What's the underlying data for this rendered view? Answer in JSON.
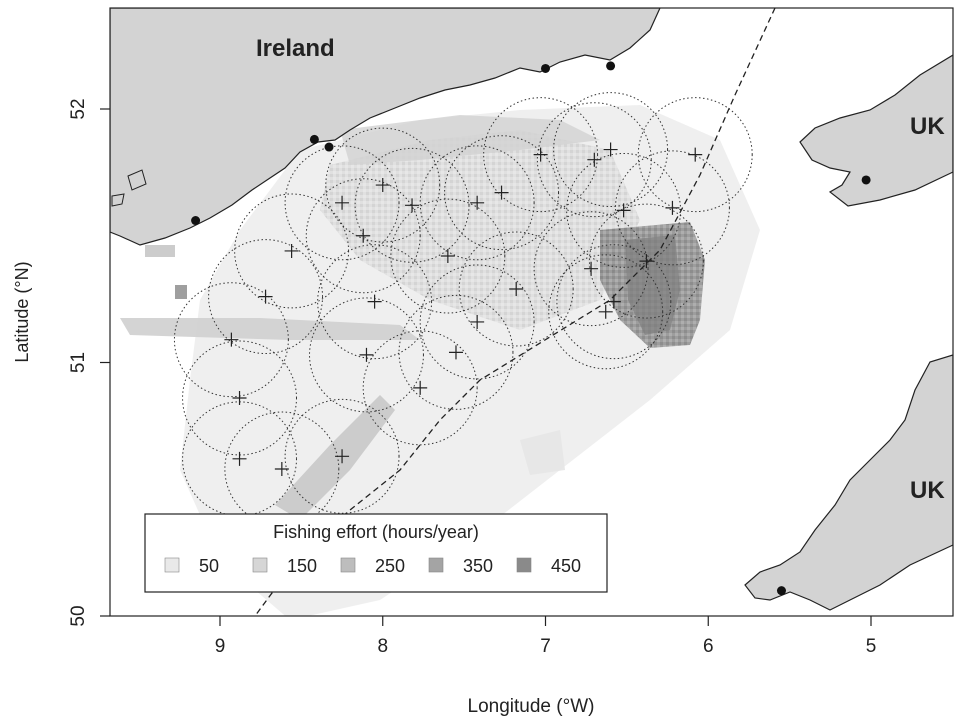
{
  "map": {
    "countries": [
      {
        "id": "ireland",
        "label": "Ireland"
      },
      {
        "id": "uk-wales",
        "label": "UK"
      },
      {
        "id": "uk-cornwall",
        "label": "UK"
      }
    ],
    "x_axis": {
      "title": "Longitude (°W)",
      "ticks": [
        9,
        8,
        7,
        6,
        5
      ],
      "tick_labels": [
        "9",
        "8",
        "7",
        "6",
        "5"
      ]
    },
    "y_axis": {
      "title": "Latitude (°N)",
      "ticks": [
        50,
        51,
        52
      ],
      "tick_labels": [
        "50",
        "51",
        "52"
      ]
    },
    "legend": {
      "title": "Fishing effort (hours/year)",
      "placement": "bottom-left",
      "items": [
        {
          "label": "50",
          "color": "#e9e9e9"
        },
        {
          "label": "150",
          "color": "#d6d6d6"
        },
        {
          "label": "250",
          "color": "#bdbdbd"
        },
        {
          "label": "350",
          "color": "#a4a4a4"
        },
        {
          "label": "450",
          "color": "#8a8a8a"
        }
      ]
    },
    "sample_stations": [
      {
        "lon": 8.93,
        "lat": 51.09
      },
      {
        "lon": 8.72,
        "lat": 51.26
      },
      {
        "lon": 8.56,
        "lat": 51.44
      },
      {
        "lon": 8.88,
        "lat": 50.86
      },
      {
        "lon": 8.88,
        "lat": 50.62
      },
      {
        "lon": 8.62,
        "lat": 50.58
      },
      {
        "lon": 8.25,
        "lat": 50.63
      },
      {
        "lon": 8.1,
        "lat": 51.03
      },
      {
        "lon": 8.05,
        "lat": 51.24
      },
      {
        "lon": 8.12,
        "lat": 51.5
      },
      {
        "lon": 8.25,
        "lat": 51.63
      },
      {
        "lon": 8.0,
        "lat": 51.7
      },
      {
        "lon": 7.82,
        "lat": 51.62
      },
      {
        "lon": 7.77,
        "lat": 50.9
      },
      {
        "lon": 7.55,
        "lat": 51.04
      },
      {
        "lon": 7.42,
        "lat": 51.16
      },
      {
        "lon": 7.6,
        "lat": 51.42
      },
      {
        "lon": 7.42,
        "lat": 51.63
      },
      {
        "lon": 7.27,
        "lat": 51.67
      },
      {
        "lon": 7.03,
        "lat": 51.82
      },
      {
        "lon": 7.18,
        "lat": 51.29
      },
      {
        "lon": 6.7,
        "lat": 51.8
      },
      {
        "lon": 6.6,
        "lat": 51.84
      },
      {
        "lon": 6.52,
        "lat": 51.6
      },
      {
        "lon": 6.72,
        "lat": 51.37
      },
      {
        "lon": 6.58,
        "lat": 51.24
      },
      {
        "lon": 6.63,
        "lat": 51.2
      },
      {
        "lon": 6.38,
        "lat": 51.4
      },
      {
        "lon": 6.22,
        "lat": 51.61
      },
      {
        "lon": 6.08,
        "lat": 51.82
      }
    ],
    "station_circle_radius_deg": 0.35,
    "ports": [
      {
        "lon": 9.15,
        "lat": 51.56
      },
      {
        "lon": 8.42,
        "lat": 51.88
      },
      {
        "lon": 8.33,
        "lat": 51.85
      },
      {
        "lon": 7.0,
        "lat": 52.16
      },
      {
        "lon": 6.6,
        "lat": 52.17
      },
      {
        "lon": 5.03,
        "lat": 51.72
      },
      {
        "lon": 5.55,
        "lat": 50.1
      }
    ],
    "boundary_line": {
      "style": "dashed"
    }
  }
}
